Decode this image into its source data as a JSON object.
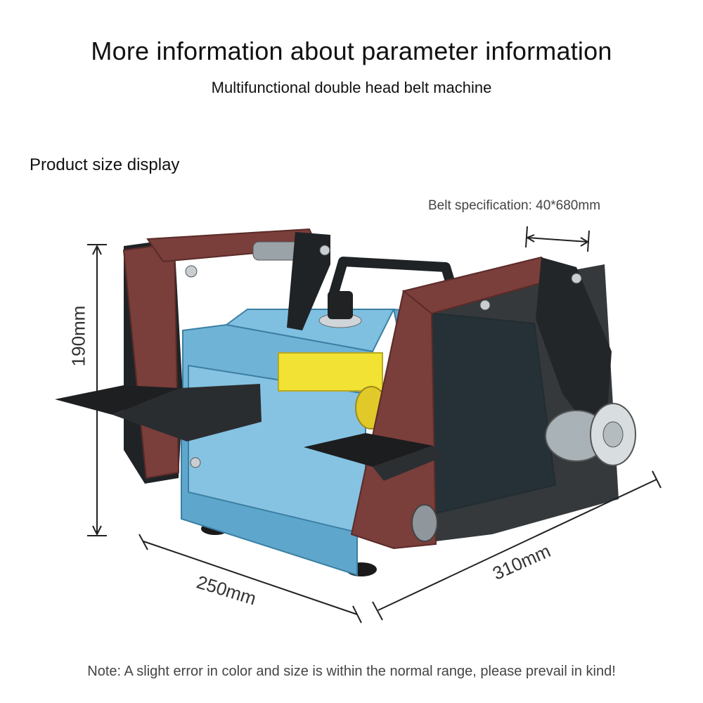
{
  "heading": {
    "title": "More information about parameter information",
    "subtitle": "Multifunctional double head belt machine"
  },
  "section_label": "Product size display",
  "dimensions": {
    "belt_spec": "Belt specification: 40*680mm",
    "height": "190mm",
    "width": "250mm",
    "depth": "310mm"
  },
  "note": "Note: A slight error in color and size is within the normal range, please prevail in kind!",
  "colors": {
    "body_blue": "#6fb3d6",
    "belt_brown": "#7a3e3b",
    "frame_black": "#1f2326",
    "motor_yellow": "#f2e233"
  }
}
